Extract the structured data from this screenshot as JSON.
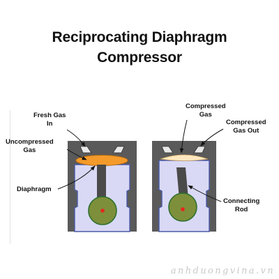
{
  "title": {
    "line1": "Reciprocating Diaphragm",
    "line2": "Compressor"
  },
  "labels": {
    "fresh_gas_in": [
      "Fresh Gas",
      "In"
    ],
    "uncompressed_gas": [
      "Uncompressed",
      "Gas"
    ],
    "diaphragm": [
      "Diaphragm"
    ],
    "compressed_gas": [
      "Compressed",
      "Gas"
    ],
    "compressed_gas_out": [
      "Compressed",
      "Gas Out"
    ],
    "connecting_rod": [
      "Connecting",
      "Rod"
    ]
  },
  "watermark": "anhduongvina.vn",
  "colors": {
    "housing": "#5a5a5a",
    "cylinder": "#d9d9f5",
    "cylinder_outline": "#4a5aa8",
    "uncompressed_gas": "#f39a2a",
    "compressed_gas": "#ffe8bf",
    "crank": "#7d8f3a",
    "crank_outline": "#2f6f2f",
    "pin": "#e8241f",
    "rod": "#4a4a4a"
  }
}
